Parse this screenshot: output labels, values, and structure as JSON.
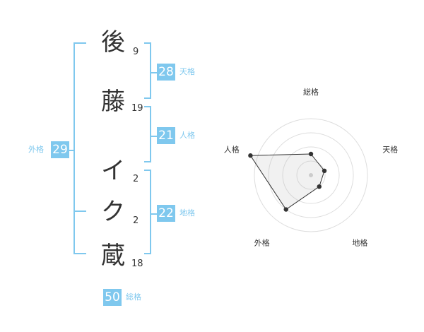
{
  "name": {
    "characters": [
      {
        "char": "後",
        "strokes": "9"
      },
      {
        "char": "藤",
        "strokes": "19"
      },
      {
        "char": "イ",
        "strokes": "2"
      },
      {
        "char": "ク",
        "strokes": "2"
      },
      {
        "char": "蔵",
        "strokes": "18"
      }
    ]
  },
  "fortunes": {
    "tenkaku": {
      "value": "28",
      "label": "天格"
    },
    "jinkaku": {
      "value": "21",
      "label": "人格"
    },
    "chikaku": {
      "value": "22",
      "label": "地格"
    },
    "gaikaku": {
      "value": "29",
      "label": "外格"
    },
    "soukaku": {
      "value": "50",
      "label": "総格"
    }
  },
  "colors": {
    "accent": "#7fc8ee",
    "text": "#333333"
  },
  "chart_data": {
    "type": "radar",
    "axes": [
      "総格",
      "天格",
      "地格",
      "外格",
      "人格"
    ],
    "rings": 4,
    "max": 4,
    "values": [
      1.5,
      1,
      1,
      3,
      4.5
    ]
  }
}
